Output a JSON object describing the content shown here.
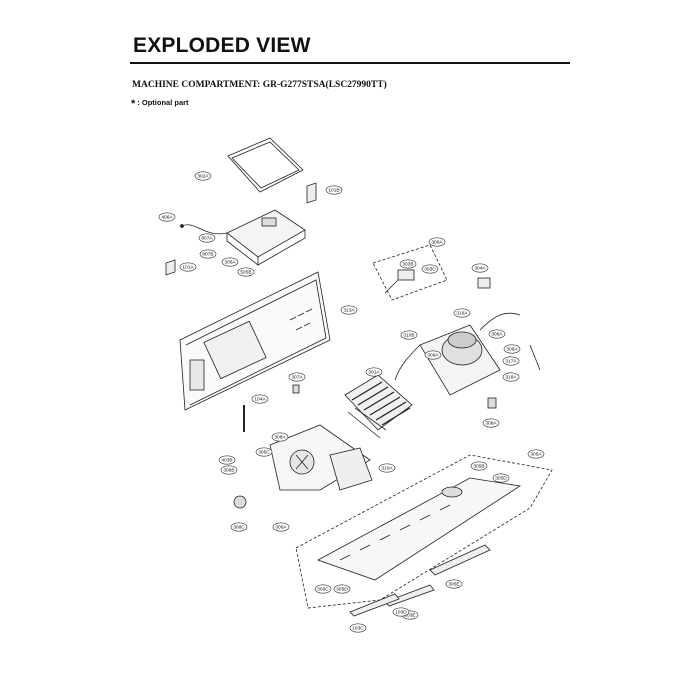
{
  "header": {
    "title": "EXPLODED VIEW",
    "subtitle": "MACHINE COMPARTMENT: GR-G277STSA(LSC27990TT)",
    "optional_marker": "*",
    "optional_note": ": Optional part"
  },
  "diagram": {
    "part_labels": [
      {
        "id": "lbl-302A",
        "text": "302A"
      },
      {
        "id": "lbl-101B",
        "text": "101B"
      },
      {
        "id": "lbl-406A",
        "text": "406A"
      },
      {
        "id": "lbl-807A",
        "text": "807A"
      },
      {
        "id": "lbl-807B",
        "text": "807B"
      },
      {
        "id": "lbl-306A-top",
        "text": "306A"
      },
      {
        "id": "lbl-505B",
        "text": "505B"
      },
      {
        "id": "lbl-101A",
        "text": "101A"
      },
      {
        "id": "lbl-300A",
        "text": "300A"
      },
      {
        "id": "lbl-303B",
        "text": "303B"
      },
      {
        "id": "lbl-303C",
        "text": "303C"
      },
      {
        "id": "lbl-304A",
        "text": "304A"
      },
      {
        "id": "lbl-313A",
        "text": "313A"
      },
      {
        "id": "lbl-316A",
        "text": "316A"
      },
      {
        "id": "lbl-310B",
        "text": "310B"
      },
      {
        "id": "lbl-309A",
        "text": "309A"
      },
      {
        "id": "lbl-308A-comp",
        "text": "308A"
      },
      {
        "id": "lbl-306A-comp",
        "text": "306A"
      },
      {
        "id": "lbl-317A",
        "text": "317A"
      },
      {
        "id": "lbl-318A",
        "text": "318A"
      },
      {
        "id": "lbl-307A",
        "text": "307A"
      },
      {
        "id": "lbl-301A",
        "text": "301A"
      },
      {
        "id": "lbl-104A",
        "text": "104A"
      },
      {
        "id": "lbl-309B",
        "text": "309B"
      },
      {
        "id": "lbl-308A-fan",
        "text": "308A"
      },
      {
        "id": "lbl-308A-right",
        "text": "308A"
      },
      {
        "id": "lbl-305C",
        "text": "305C"
      },
      {
        "id": "lbl-310A",
        "text": "310A"
      },
      {
        "id": "lbl-305A",
        "text": "305A"
      },
      {
        "id": "lbl-403B",
        "text": "403B"
      },
      {
        "id": "lbl-305B",
        "text": "305B"
      },
      {
        "id": "lbl-305D",
        "text": "305D"
      },
      {
        "id": "lbl-305C-base",
        "text": "305C"
      },
      {
        "id": "lbl-308C",
        "text": "308C"
      },
      {
        "id": "lbl-306A-bottom",
        "text": "306A"
      },
      {
        "id": "lbl-305D-base",
        "text": "305D"
      },
      {
        "id": "lbl-305E-base",
        "text": "305E"
      },
      {
        "id": "lbl-103E",
        "text": "103E"
      },
      {
        "id": "lbl-103D",
        "text": "103D"
      },
      {
        "id": "lbl-103C",
        "text": "103C"
      }
    ]
  }
}
